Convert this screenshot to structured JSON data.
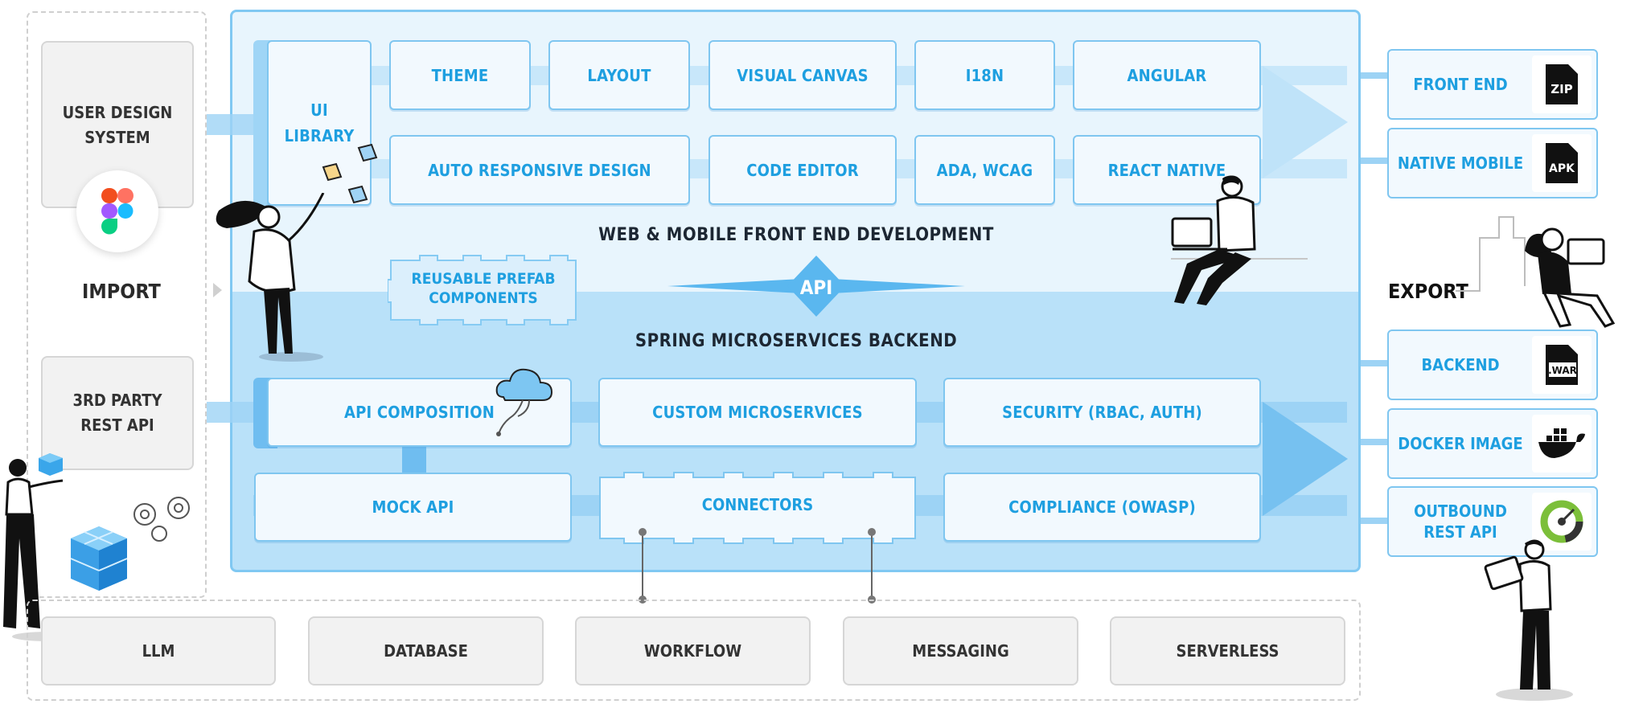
{
  "import": {
    "label": "IMPORT",
    "user_design_system": "USER DESIGN\nSYSTEM",
    "rest_api": "3RD PARTY\nREST API"
  },
  "frontend": {
    "title": "WEB & MOBILE FRONT END DEVELOPMENT",
    "ui_library": "UI\nLIBRARY",
    "row1": [
      "THEME",
      "LAYOUT",
      "VISUAL CANVAS",
      "I18N",
      "ANGULAR"
    ],
    "row2": [
      "AUTO RESPONSIVE DESIGN",
      "CODE EDITOR",
      "ADA, WCAG",
      "REACT NATIVE"
    ],
    "reusable": "REUSABLE PREFAB\nCOMPONENTS",
    "api": "API"
  },
  "backend": {
    "title": "SPRING MICROSERVICES BACKEND",
    "api_composition": "API COMPOSITION",
    "custom_microservices": "CUSTOM MICROSERVICES",
    "security": "SECURITY (RBAC, AUTH)",
    "mock_api": "MOCK API",
    "connectors": "CONNECTORS",
    "compliance": "COMPLIANCE (OWASP)"
  },
  "bottom": [
    "LLM",
    "DATABASE",
    "WORKFLOW",
    "MESSAGING",
    "SERVERLESS"
  ],
  "export": {
    "label": "EXPORT",
    "items": [
      {
        "label": "FRONT END",
        "icon": "zip-file-icon",
        "badge": "ZIP"
      },
      {
        "label": "NATIVE MOBILE",
        "icon": "apk-file-icon",
        "badge": "APK"
      },
      {
        "label": "BACKEND",
        "icon": "war-file-icon",
        "badge": ".WAR"
      },
      {
        "label": "DOCKER IMAGE",
        "icon": "docker-icon",
        "badge": ""
      },
      {
        "label": "OUTBOUND\nREST API",
        "icon": "api-gauge-icon",
        "badge": ""
      }
    ]
  },
  "colors": {
    "accent": "#1e9fe0",
    "card_border": "#7fc6f0",
    "panel_light": "#e8f5fd",
    "panel_dark": "#b9e1f9",
    "arrow": "#b3dcf6"
  }
}
